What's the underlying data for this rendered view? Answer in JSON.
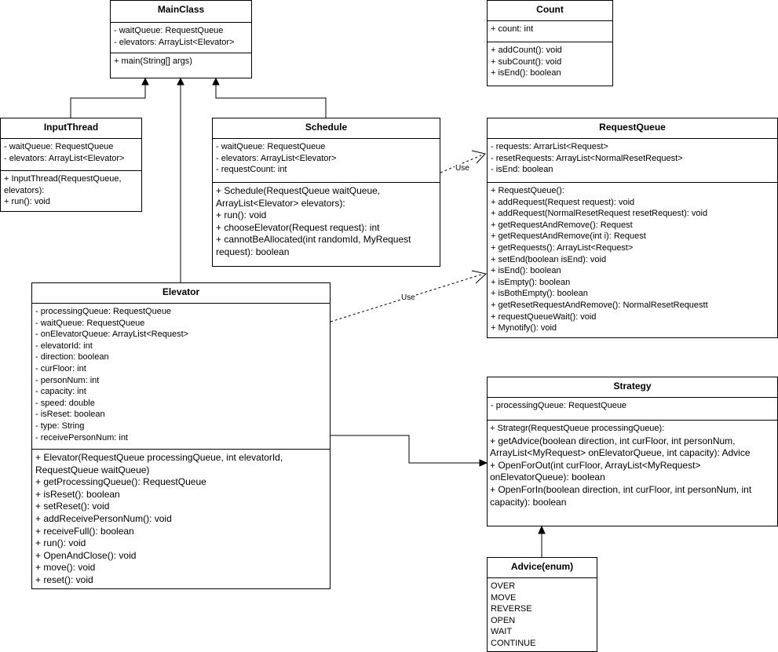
{
  "classes": {
    "mainclass": {
      "name": "MainClass",
      "attributes": [
        "- waitQueue: RequestQueue",
        "- elevators: ArrayList<Elevator>"
      ],
      "methods": [
        "+ main(String[] args)"
      ]
    },
    "count": {
      "name": "Count",
      "attributes": [
        "+ count: int"
      ],
      "methods": [
        "+ addCount(): void",
        "+ subCount(): void",
        "+ isEnd(): boolean"
      ]
    },
    "inputthread": {
      "name": "InputThread",
      "attributes": [
        "- waitQueue: RequestQueue",
        "- elevators: ArrayList<Elevator>"
      ],
      "methods": [
        "+ InputThread(RequestQueue, elevators):",
        "+ run(): void"
      ]
    },
    "schedule": {
      "name": "Schedule",
      "attributes": [
        "- waitQueue: RequestQueue",
        "- elevators: ArrayList<Elevator>",
        "- requestCount: int"
      ],
      "methods": [
        "+ Schedule(RequestQueue waitQueue, ArrayList<Elevator> elevators):",
        "+ run(): void",
        "+ chooseElevator(Request request): int",
        "+ cannotBeAllocated(int randomId, MyRequest request): boolean"
      ]
    },
    "requestqueue": {
      "name": "RequestQueue",
      "attributes": [
        "- requests: ArrarList<Request>",
        "- resetRequests: ArrayList<NormalResetRequest>",
        "- isEnd: boolean"
      ],
      "methods": [
        "+ RequestQueue():",
        "+ addRequest(Request request): void",
        "+ addRequest(NormalResetRequest resetRequest): void",
        "+ getRequestAndRemove(): Request",
        "+ getRequestAndRemove(int i): Request",
        "+ getRequests(): ArrayList<Request>",
        "+ setEnd(boolean isEnd): void",
        "+ isEnd(): boolean",
        "+ isEmpty(): boolean",
        "+ isBothEmpty(): boolean",
        "+ getResetRequestAndRemove(): NormalResetRequestt",
        "+ requestQueueWait(): void",
        "+ Mynotify(): void"
      ]
    },
    "elevator": {
      "name": "Elevator",
      "attributes": [
        "- processingQueue: RequestQueue",
        "- waitQueue: RequestQueue",
        "- onElevatorQueue: ArrayList<Request>",
        "- elevatorId: int",
        "- direction: boolean",
        "- curFloor: int",
        "- personNum: int",
        "- capacity: int",
        "- speed: double",
        "- isReset: boolean",
        "- type: String",
        "- receivePersonNum: int"
      ],
      "methods": [
        "+ Elevator(RequestQueue processingQueue, int elevatorId, RequestQueue waitQueue)",
        "+ getProcessingQueue(): RequestQueue",
        "+ isReset(): boolean",
        "+ setReset(): void",
        "+ addReceivePersonNum(): void",
        "+ receiveFull(): boolean",
        "+ run(): void",
        "+ OpenAndClose(): void",
        "+ move(): void",
        "+ reset(): void"
      ]
    },
    "strategy": {
      "name": "Strategy",
      "attributes": [
        "- processingQueue: RequestQueue"
      ],
      "methods": [
        "+ Strategr(RequestQueue processingQueue):",
        "+ getAdvice(boolean direction, int curFloor, int personNum, ArrayList<MyRequest> onElevatorQueue, int capacity): Advice",
        "+ OpenForOut(int curFloor, ArrayList<MyRequest> onElevatorQueue): boolean",
        "+ OpenForIn(boolean direction, int curFloor, int personNum, int capacity): boolean"
      ]
    },
    "advice": {
      "name": "Advice(enum)",
      "values": [
        "OVER",
        "MOVE",
        "REVERSE",
        "OPEN",
        "WAIT",
        "CONTINUE"
      ]
    }
  },
  "relations": {
    "use_label_1": "Use",
    "use_label_2": "Use"
  }
}
